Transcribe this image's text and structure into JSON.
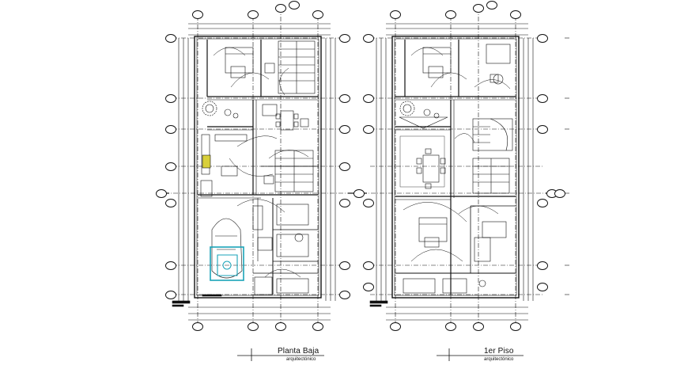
{
  "drawings": [
    {
      "id": "ground",
      "title": "Planta Baja",
      "subtitle": "arquitectónico"
    },
    {
      "id": "first",
      "title": "1er Piso",
      "subtitle": "arquitectónico"
    }
  ],
  "colors": {
    "line": "#111111",
    "car_accent": "#1aa3b8",
    "highlight_fill": "#d8cf3a"
  },
  "icons": [
    "axis-bubble",
    "car-icon",
    "tree-icon",
    "dining-table-icon",
    "bed-icon",
    "stair-icon",
    "section-marker-icon"
  ]
}
